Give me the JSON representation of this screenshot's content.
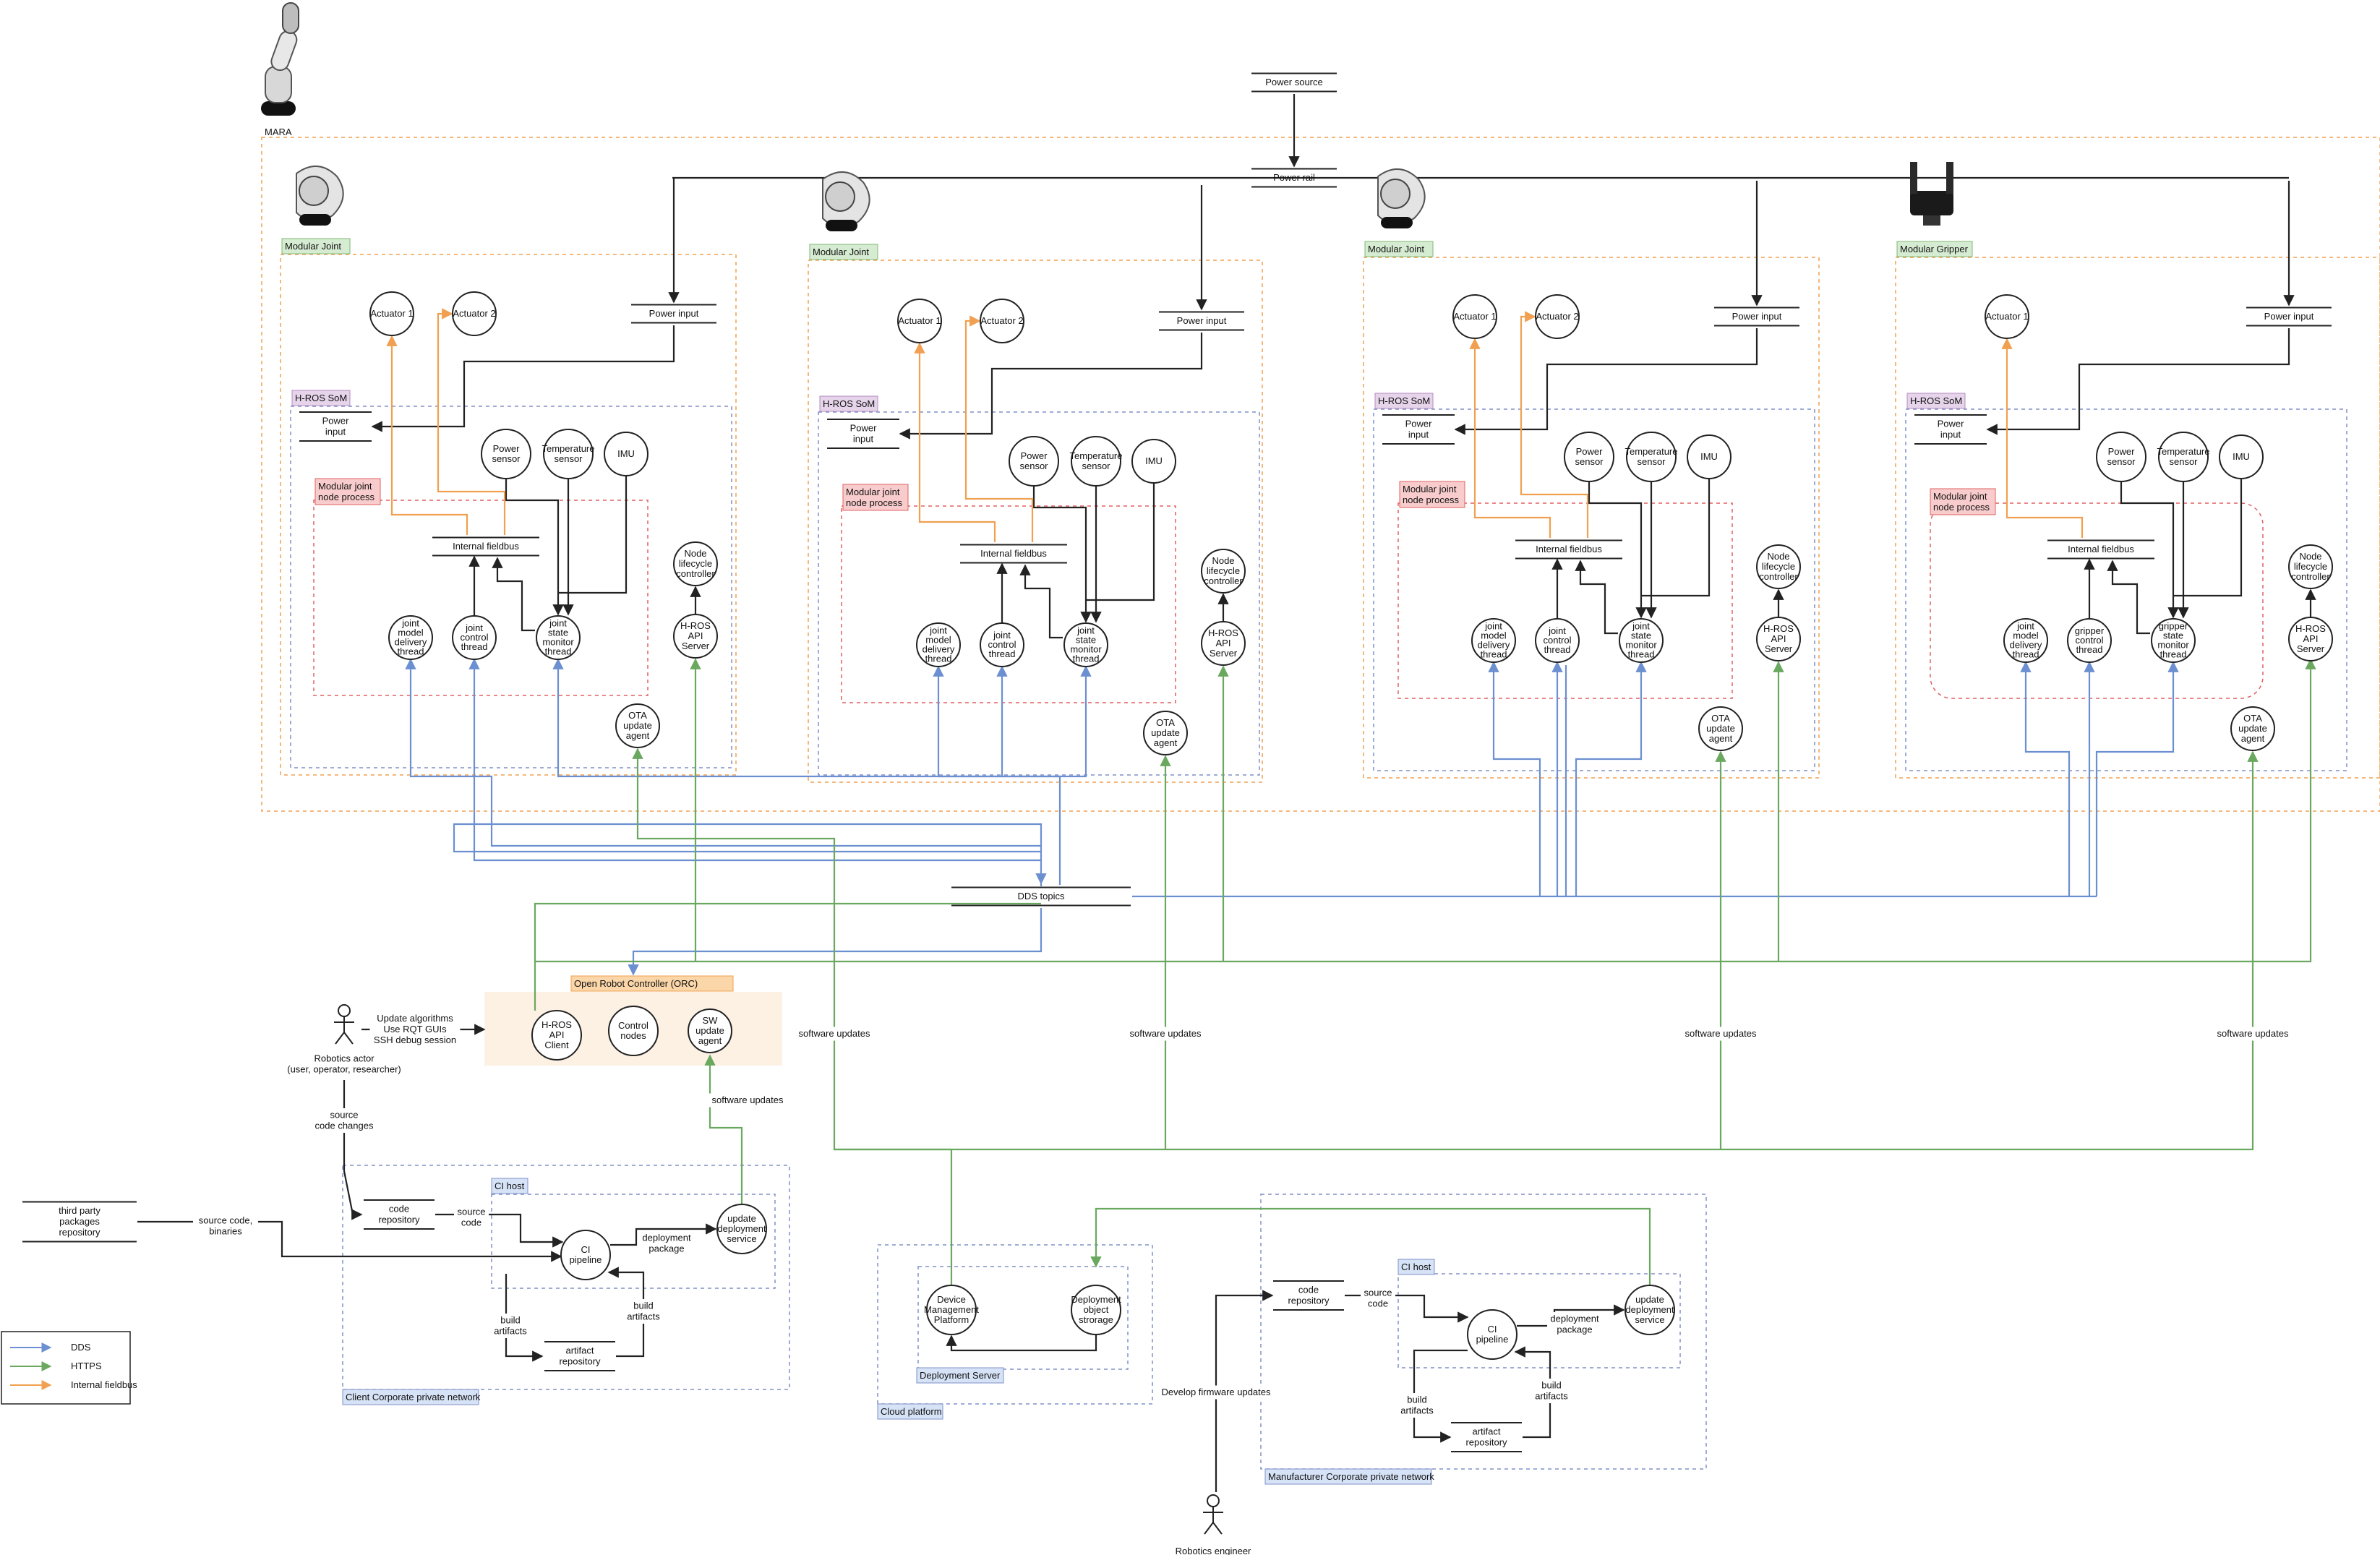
{
  "title": "MARA",
  "containers": [
    {
      "id": "mara-boundary",
      "label": "MARA",
      "color": "#f0a050",
      "style": "dashed"
    },
    {
      "id": "modular-joint-1",
      "label": "Modular Joint",
      "color": "#f0a050",
      "tag_fill": "#d6ecd2",
      "tag_stroke": "#7fb872"
    },
    {
      "id": "modular-joint-2",
      "label": "Modular Joint",
      "color": "#f0a050",
      "tag_fill": "#d6ecd2",
      "tag_stroke": "#7fb872"
    },
    {
      "id": "modular-joint-3",
      "label": "Modular Joint",
      "color": "#f0a050",
      "tag_fill": "#d6ecd2",
      "tag_stroke": "#7fb872"
    },
    {
      "id": "modular-gripper",
      "label": "Modular Gripper",
      "color": "#f0a050",
      "tag_fill": "#d6ecd2",
      "tag_stroke": "#7fb872"
    },
    {
      "id": "hros-som-1",
      "label": "H-ROS SoM",
      "color": "#8090c8",
      "tag_fill": "#e6d4ea",
      "tag_stroke": "#b48cc0"
    },
    {
      "id": "hros-som-2",
      "label": "H-ROS SoM",
      "color": "#8090c8",
      "tag_fill": "#e6d4ea",
      "tag_stroke": "#b48cc0"
    },
    {
      "id": "hros-som-3",
      "label": "H-ROS SoM",
      "color": "#8090c8",
      "tag_fill": "#e6d4ea",
      "tag_stroke": "#b48cc0"
    },
    {
      "id": "hros-som-4",
      "label": "H-ROS SoM",
      "color": "#8090c8",
      "tag_fill": "#e6d4ea",
      "tag_stroke": "#b48cc0"
    },
    {
      "id": "joint-process-1",
      "label": [
        "Modular joint",
        "node process"
      ],
      "color": "#e06060",
      "tag_fill": "#f8cccc",
      "tag_stroke": "#e06060"
    },
    {
      "id": "joint-process-2",
      "label": [
        "Modular joint",
        "node process"
      ],
      "color": "#e06060",
      "tag_fill": "#f8cccc",
      "tag_stroke": "#e06060"
    },
    {
      "id": "joint-process-3",
      "label": [
        "Modular joint",
        "node process"
      ],
      "color": "#e06060",
      "tag_fill": "#f8cccc",
      "tag_stroke": "#e06060"
    },
    {
      "id": "joint-process-4",
      "label": [
        "Modular joint",
        "node process"
      ],
      "color": "#e06060",
      "tag_fill": "#f8cccc",
      "tag_stroke": "#e06060"
    },
    {
      "id": "orc",
      "label": "Open Robot Controller (ORC)",
      "color": "#f0a050",
      "tag_fill": "#fad6a8",
      "tag_stroke": "#f0a050",
      "panel_fill": "#fdf1e4"
    },
    {
      "id": "client-net",
      "label": "Client Corporate private network",
      "color": "#8090c8",
      "tag_fill": "#d6e2f6",
      "tag_stroke": "#8090c8"
    },
    {
      "id": "client-ci-host",
      "label": "CI host",
      "color": "#8090c8",
      "tag_fill": "#d6e2f6",
      "tag_stroke": "#8090c8"
    },
    {
      "id": "cloud-platform",
      "label": "Cloud platform",
      "color": "#8090c8",
      "tag_fill": "#d6e2f6",
      "tag_stroke": "#8090c8"
    },
    {
      "id": "deployment-server",
      "label": "Deployment Server",
      "color": "#8090c8",
      "tag_fill": "#d6e2f6",
      "tag_stroke": "#8090c8"
    },
    {
      "id": "manufacturer-net",
      "label": "Manufacturer Corporate private network",
      "color": "#8090c8",
      "tag_fill": "#d6e2f6",
      "tag_stroke": "#8090c8"
    },
    {
      "id": "manufacturer-ci-host",
      "label": "CI host",
      "color": "#8090c8",
      "tag_fill": "#d6e2f6",
      "tag_stroke": "#8090c8"
    }
  ],
  "power": {
    "source": "Power source",
    "rail": "Power rail",
    "input": "Power input",
    "som_input": [
      "Power",
      "input"
    ]
  },
  "joint_modules": [
    {
      "id": "j1",
      "actuators": [
        "Actuator 1",
        "Actuator 2"
      ]
    },
    {
      "id": "j2",
      "actuators": [
        "Actuator 1",
        "Actuator 2"
      ]
    },
    {
      "id": "j3",
      "actuators": [
        "Actuator 1",
        "Actuator 2"
      ]
    },
    {
      "id": "g1",
      "actuators": [
        "Actuator 1"
      ]
    }
  ],
  "module_nodes": {
    "power_sensor": [
      "Power",
      "sensor"
    ],
    "temperature_sensor": [
      "Temperature",
      "sensor"
    ],
    "imu": [
      "IMU"
    ],
    "internal_fieldbus": "Internal fieldbus",
    "node_lifecycle": [
      "Node",
      "lifecycle",
      "controller"
    ],
    "hros_api_server": [
      "H-ROS",
      "API",
      "Server"
    ],
    "ota_agent": [
      "OTA",
      "update",
      "agent"
    ],
    "joint_model_thread": [
      "joint",
      "model",
      "delivery",
      "thread"
    ],
    "joint_control_thread": [
      "joint",
      "control",
      "thread"
    ],
    "joint_state_thread": [
      "joint",
      "state",
      "monitor",
      "thread"
    ],
    "gripper_control_thread": [
      "gripper",
      "control",
      "thread"
    ],
    "gripper_state_thread": [
      "gripper",
      "state",
      "monitor",
      "thread"
    ]
  },
  "dds_topics": "DDS topics",
  "orc_nodes": {
    "hros_api_client": [
      "H-ROS",
      "API",
      "Client"
    ],
    "control_nodes": [
      "Control",
      "nodes"
    ],
    "sw_update_agent": [
      "SW",
      "update",
      "agent"
    ]
  },
  "actors": {
    "robotics_actor": [
      "Robotics actor",
      "(user, operator, researcher)"
    ],
    "robotics_engineer": [
      "Robotics engineer"
    ]
  },
  "edge_labels": {
    "actor_actions": [
      "Update algorithms",
      "Use RQT GUIs",
      "SSH debug session"
    ],
    "source_code_changes": [
      "source",
      "code changes"
    ],
    "source_code": [
      "source",
      "code"
    ],
    "source_code_binaries": [
      "source code,",
      "binaries"
    ],
    "deployment_package": [
      "deployment",
      "package"
    ],
    "build_artifacts": [
      "build",
      "artifacts"
    ],
    "software_updates": "software updates",
    "develop_firmware": "Develop firmware updates"
  },
  "client_ci": {
    "third_party": [
      "third party",
      "packages",
      "repository"
    ],
    "code_repository": [
      "code",
      "repository"
    ],
    "ci_pipeline": [
      "CI",
      "pipeline"
    ],
    "update_deployment_service": [
      "update",
      "deployment",
      "service"
    ],
    "artifact_repository": [
      "artifact",
      "repository"
    ]
  },
  "cloud_nodes": {
    "device_management": [
      "Device",
      "Management",
      "Platform"
    ],
    "object_storage": [
      "Deployment",
      "object",
      "strorage"
    ]
  },
  "legend": [
    {
      "label": "DDS",
      "color": "#6b8fd0"
    },
    {
      "label": "HTTPS",
      "color": "#6aa85f"
    },
    {
      "label": "Internal fieldbus",
      "color": "#f0a050"
    }
  ],
  "colors": {
    "dds": "#6b8fd0",
    "https": "#6aa85f",
    "fieldbus": "#f0a050",
    "power": "#222222"
  }
}
